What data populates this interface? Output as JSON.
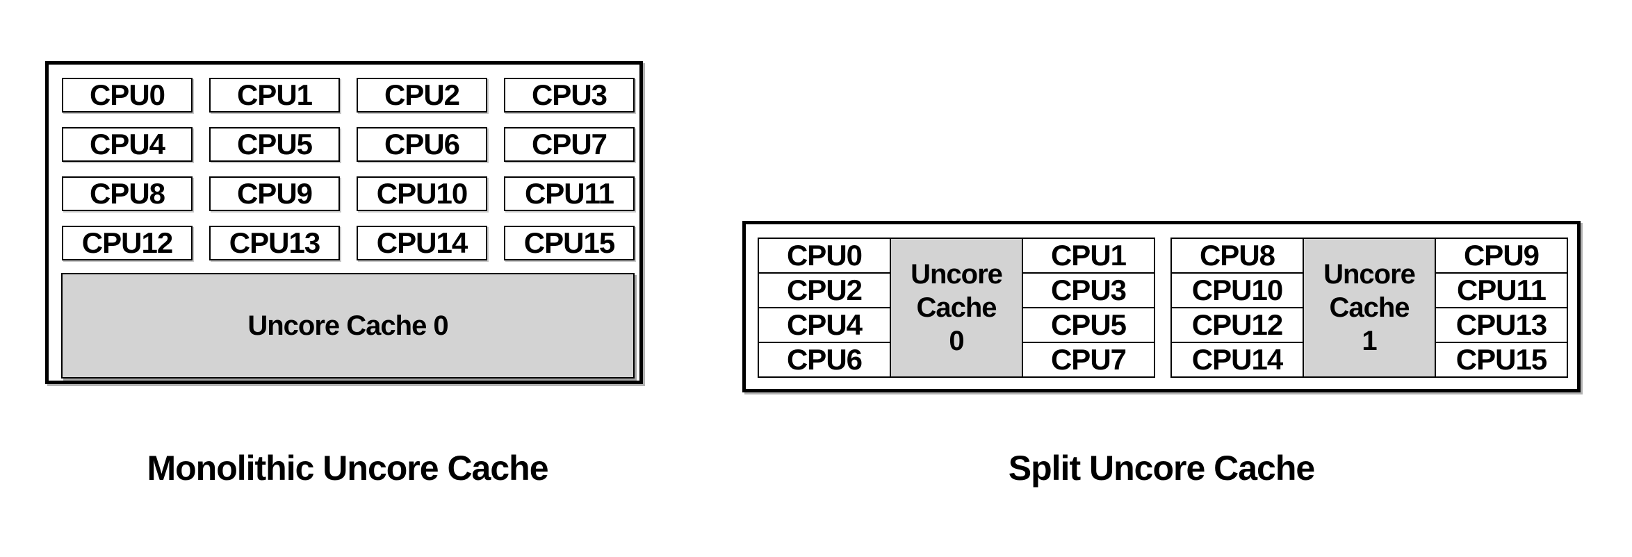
{
  "colors": {
    "background": "#ffffff",
    "border": "#000000",
    "text": "#000000",
    "cache_fill": "#d3d3d3"
  },
  "left_diagram": {
    "title": "Monolithic Uncore Cache",
    "cpus": [
      "CPU0",
      "CPU1",
      "CPU2",
      "CPU3",
      "CPU4",
      "CPU5",
      "CPU6",
      "CPU7",
      "CPU8",
      "CPU9",
      "CPU10",
      "CPU11",
      "CPU12",
      "CPU13",
      "CPU14",
      "CPU15"
    ],
    "cache_label": "Uncore Cache 0"
  },
  "right_diagram": {
    "title": "Split Uncore Cache",
    "groups": [
      {
        "left_cpus": [
          "CPU0",
          "CPU2",
          "CPU4",
          "CPU6"
        ],
        "cache_lines": [
          "Uncore",
          "Cache",
          "0"
        ],
        "right_cpus": [
          "CPU1",
          "CPU3",
          "CPU5",
          "CPU7"
        ]
      },
      {
        "left_cpus": [
          "CPU8",
          "CPU10",
          "CPU12",
          "CPU14"
        ],
        "cache_lines": [
          "Uncore",
          "Cache",
          "1"
        ],
        "right_cpus": [
          "CPU9",
          "CPU11",
          "CPU13",
          "CPU15"
        ]
      }
    ]
  }
}
